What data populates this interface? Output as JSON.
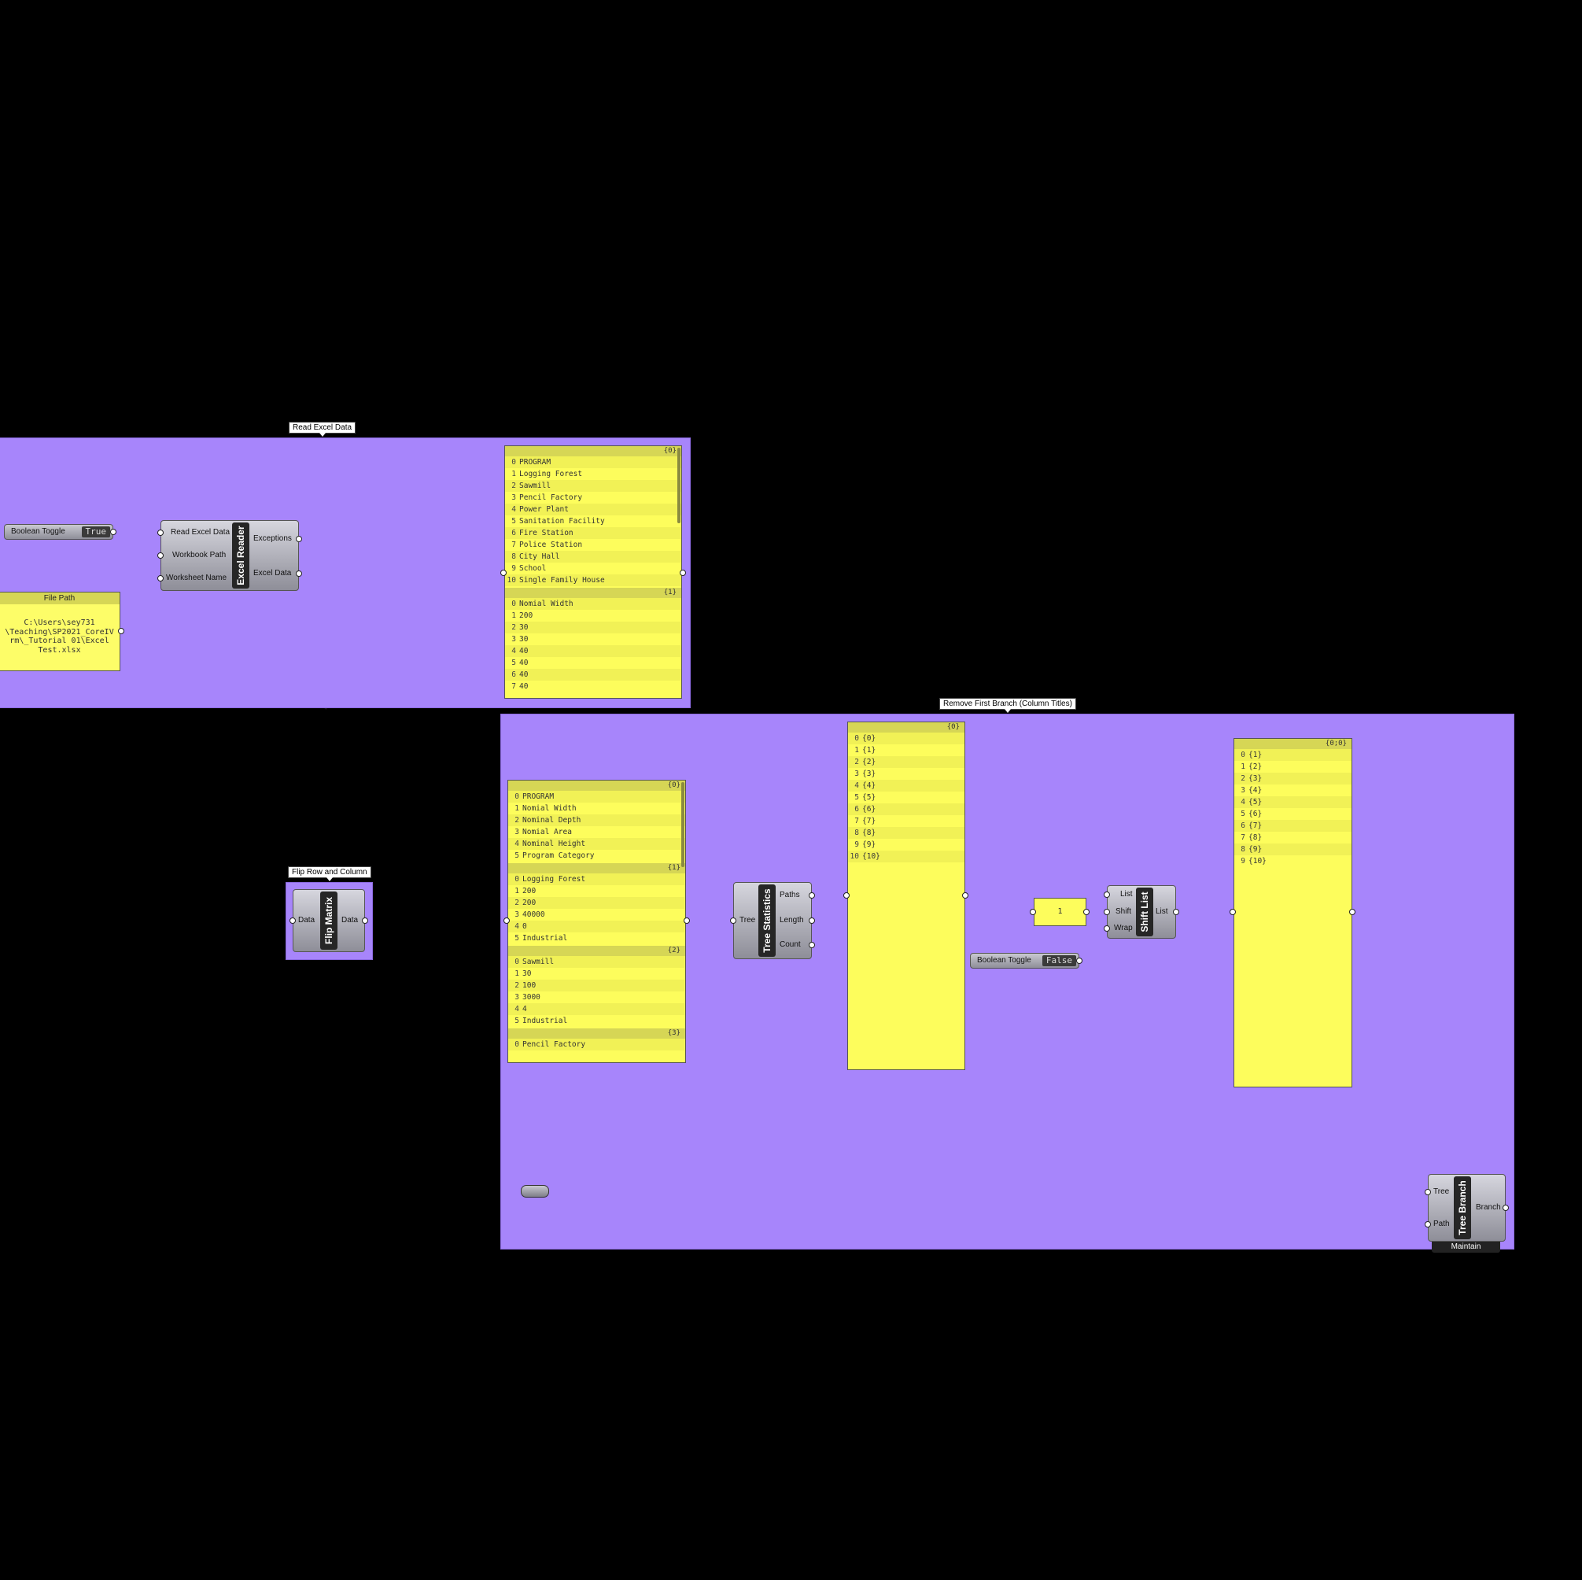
{
  "groups": {
    "read_excel": "Read Excel Data",
    "flip": "Flip Row and Column",
    "remove_first": "Remove First Branch (Column Titles)"
  },
  "components": {
    "excel_reader": {
      "name": "Excel Reader",
      "inputs": [
        "Read Excel Data",
        "Workbook Path",
        "Worksheet Name"
      ],
      "outputs": [
        "Exceptions",
        "Excel Data"
      ]
    },
    "flip_matrix": {
      "name": "Flip Matrix",
      "input": "Data",
      "output": "Data"
    },
    "tree_statistics": {
      "name": "Tree Statistics",
      "input": "Tree",
      "outputs": [
        "Paths",
        "Length",
        "Count"
      ]
    },
    "shift_list": {
      "name": "Shift List",
      "inputs": [
        "List",
        "Shift",
        "Wrap"
      ],
      "output": "List"
    },
    "tree_branch": {
      "name": "Tree Branch",
      "inputs": [
        "Tree",
        "Path"
      ],
      "output": "Branch",
      "mode": "Maintain"
    }
  },
  "toggles": {
    "read": {
      "label": "Boolean Toggle",
      "value": "True"
    },
    "wrap": {
      "label": "Boolean Toggle",
      "value": "False"
    }
  },
  "file_path": {
    "title": "File Path",
    "lines": [
      "C:\\Users\\sey731",
      "\\Teaching\\SP2021_CoreIV",
      "rm\\_Tutorial 01\\Excel",
      "Test.xlsx"
    ]
  },
  "shift_value": "1",
  "panels": {
    "excel_output": {
      "branches": [
        {
          "path": "{0}",
          "items": [
            "PROGRAM",
            "Logging Forest",
            "Sawmill",
            "Pencil Factory",
            "Power Plant",
            "Sanitation Facility",
            "Fire Station",
            "Police Station",
            "City Hall",
            "School",
            "Single Family House"
          ]
        },
        {
          "path": "{1}",
          "items": [
            "Nomial Width",
            "200",
            "30",
            "30",
            "40",
            "40",
            "40",
            "40"
          ]
        }
      ]
    },
    "flipped": {
      "branches": [
        {
          "path": "{0}",
          "items": [
            "PROGRAM",
            "Nomial Width",
            "Nominal Depth",
            "Nomial Area",
            "Nominal Height",
            "Program Category"
          ]
        },
        {
          "path": "{1}",
          "items": [
            "Logging Forest",
            "200",
            "200",
            "40000",
            "0",
            "Industrial"
          ]
        },
        {
          "path": "{2}",
          "items": [
            "Sawmill",
            "30",
            "100",
            "3000",
            "4",
            "Industrial"
          ]
        },
        {
          "path": "{3}",
          "items": [
            "Pencil Factory"
          ]
        }
      ]
    },
    "paths": {
      "branches": [
        {
          "path": "{0}",
          "items": [
            "{0}",
            "{1}",
            "{2}",
            "{3}",
            "{4}",
            "{5}",
            "{6}",
            "{7}",
            "{8}",
            "{9}",
            "{10}"
          ]
        }
      ]
    },
    "shifted": {
      "branches": [
        {
          "path": "{0;0}",
          "items": [
            "{1}",
            "{2}",
            "{3}",
            "{4}",
            "{5}",
            "{6}",
            "{7}",
            "{8}",
            "{9}",
            "{10}"
          ]
        }
      ]
    }
  }
}
